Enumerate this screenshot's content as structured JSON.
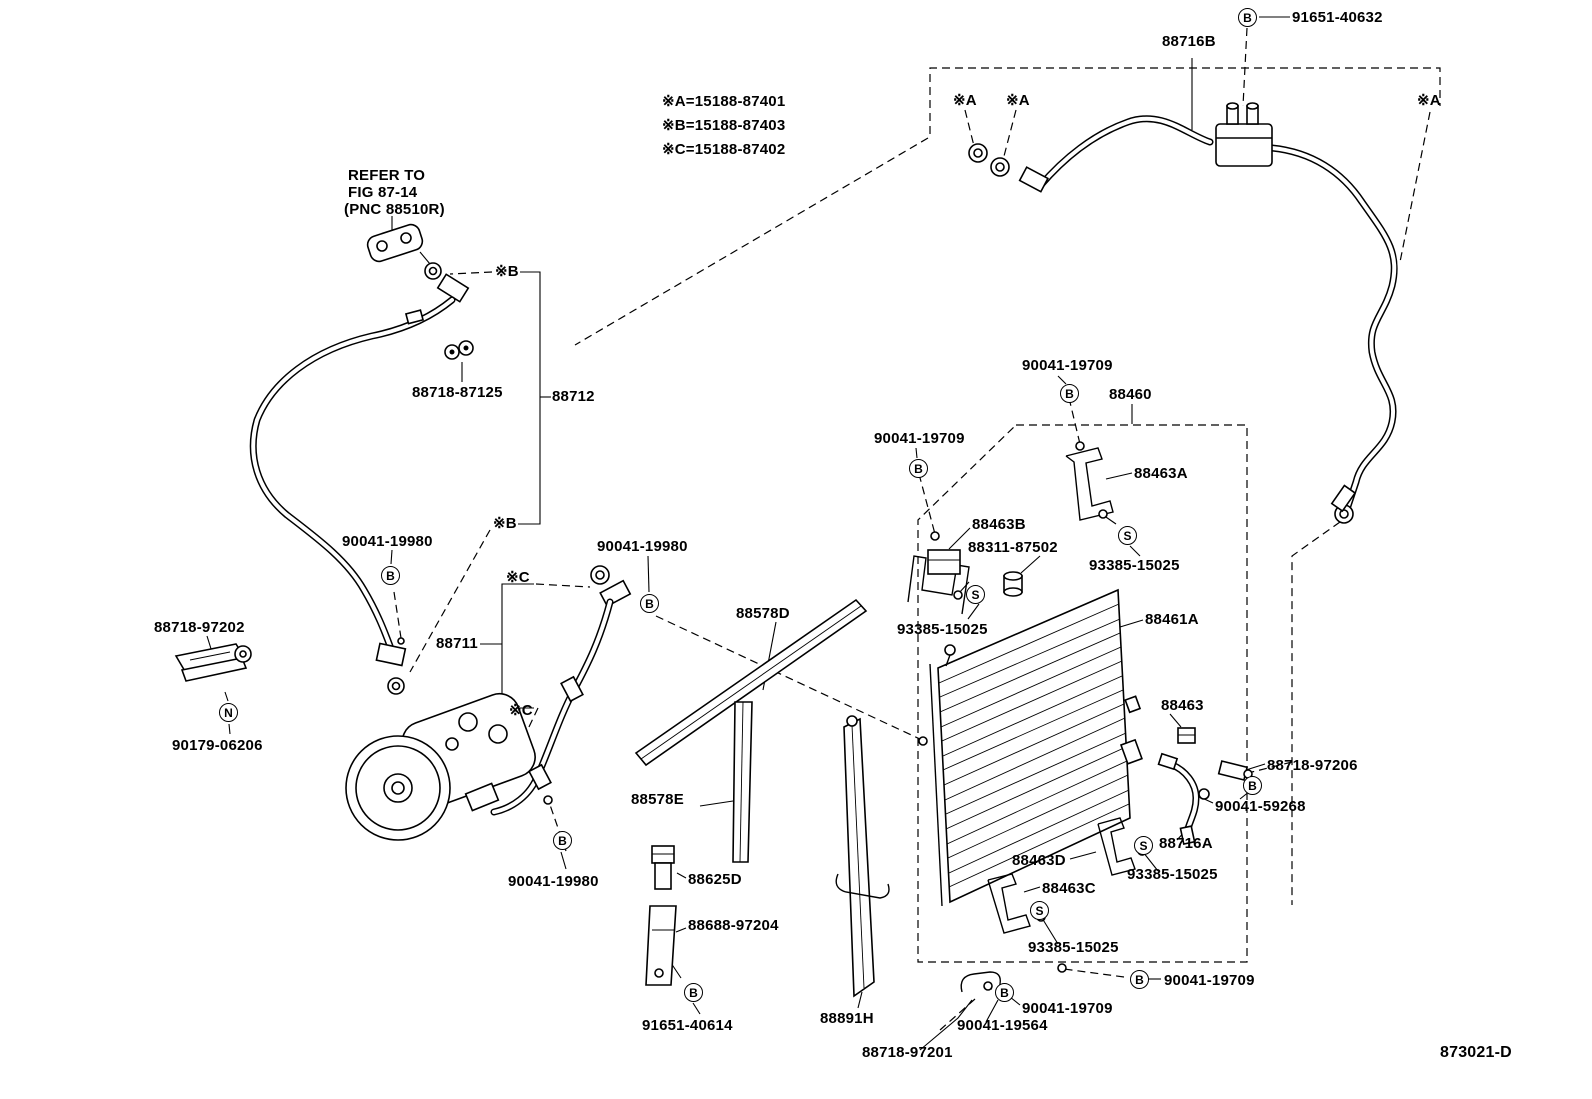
{
  "drawing_number": "873021-D",
  "labels": [
    {
      "text": "91651-40632"
    },
    {
      "text": "88716B"
    },
    {
      "text": "※A"
    },
    {
      "text": "※A"
    },
    {
      "text": "※A"
    },
    {
      "text": "※A=15188-87401"
    },
    {
      "text": "※B=15188-87403"
    },
    {
      "text": "※C=15188-87402"
    },
    {
      "text": "REFER TO"
    },
    {
      "text": "FIG 87-14"
    },
    {
      "text": "(PNC 88510R)"
    },
    {
      "text": "※B"
    },
    {
      "text": "88718-87125"
    },
    {
      "text": "88712"
    },
    {
      "text": "90041-19709"
    },
    {
      "text": "88460"
    },
    {
      "text": "90041-19709"
    },
    {
      "text": "88463A"
    },
    {
      "text": "※B"
    },
    {
      "text": "90041-19980"
    },
    {
      "text": "90041-19980"
    },
    {
      "text": "88463B"
    },
    {
      "text": "88311-87502"
    },
    {
      "text": "93385-15025"
    },
    {
      "text": "※C"
    },
    {
      "text": "88578D"
    },
    {
      "text": "88461A"
    },
    {
      "text": "88718-97202"
    },
    {
      "text": "88711"
    },
    {
      "text": "93385-15025"
    },
    {
      "text": "88463"
    },
    {
      "text": "※C"
    },
    {
      "text": "90179-06206"
    },
    {
      "text": "88718-97206"
    },
    {
      "text": "90041-59268"
    },
    {
      "text": "88578E"
    },
    {
      "text": "88716A"
    },
    {
      "text": "88463D"
    },
    {
      "text": "93385-15025"
    },
    {
      "text": "88463C"
    },
    {
      "text": "88625D"
    },
    {
      "text": "90041-19980"
    },
    {
      "text": "88688-97204"
    },
    {
      "text": "93385-15025"
    },
    {
      "text": "90041-19709"
    },
    {
      "text": "91651-40614"
    },
    {
      "text": "88891H"
    },
    {
      "text": "90041-19709"
    },
    {
      "text": "90041-19564"
    },
    {
      "text": "88718-97201"
    },
    {
      "text": "873021-D"
    }
  ],
  "markers": [
    {
      "letter": "B"
    },
    {
      "letter": "B"
    },
    {
      "letter": "B"
    },
    {
      "letter": "B"
    },
    {
      "letter": "B"
    },
    {
      "letter": "B"
    },
    {
      "letter": "B"
    },
    {
      "letter": "B"
    },
    {
      "letter": "B"
    },
    {
      "letter": "B"
    },
    {
      "letter": "N"
    },
    {
      "letter": "S"
    },
    {
      "letter": "S"
    },
    {
      "letter": "S"
    },
    {
      "letter": "S"
    }
  ]
}
